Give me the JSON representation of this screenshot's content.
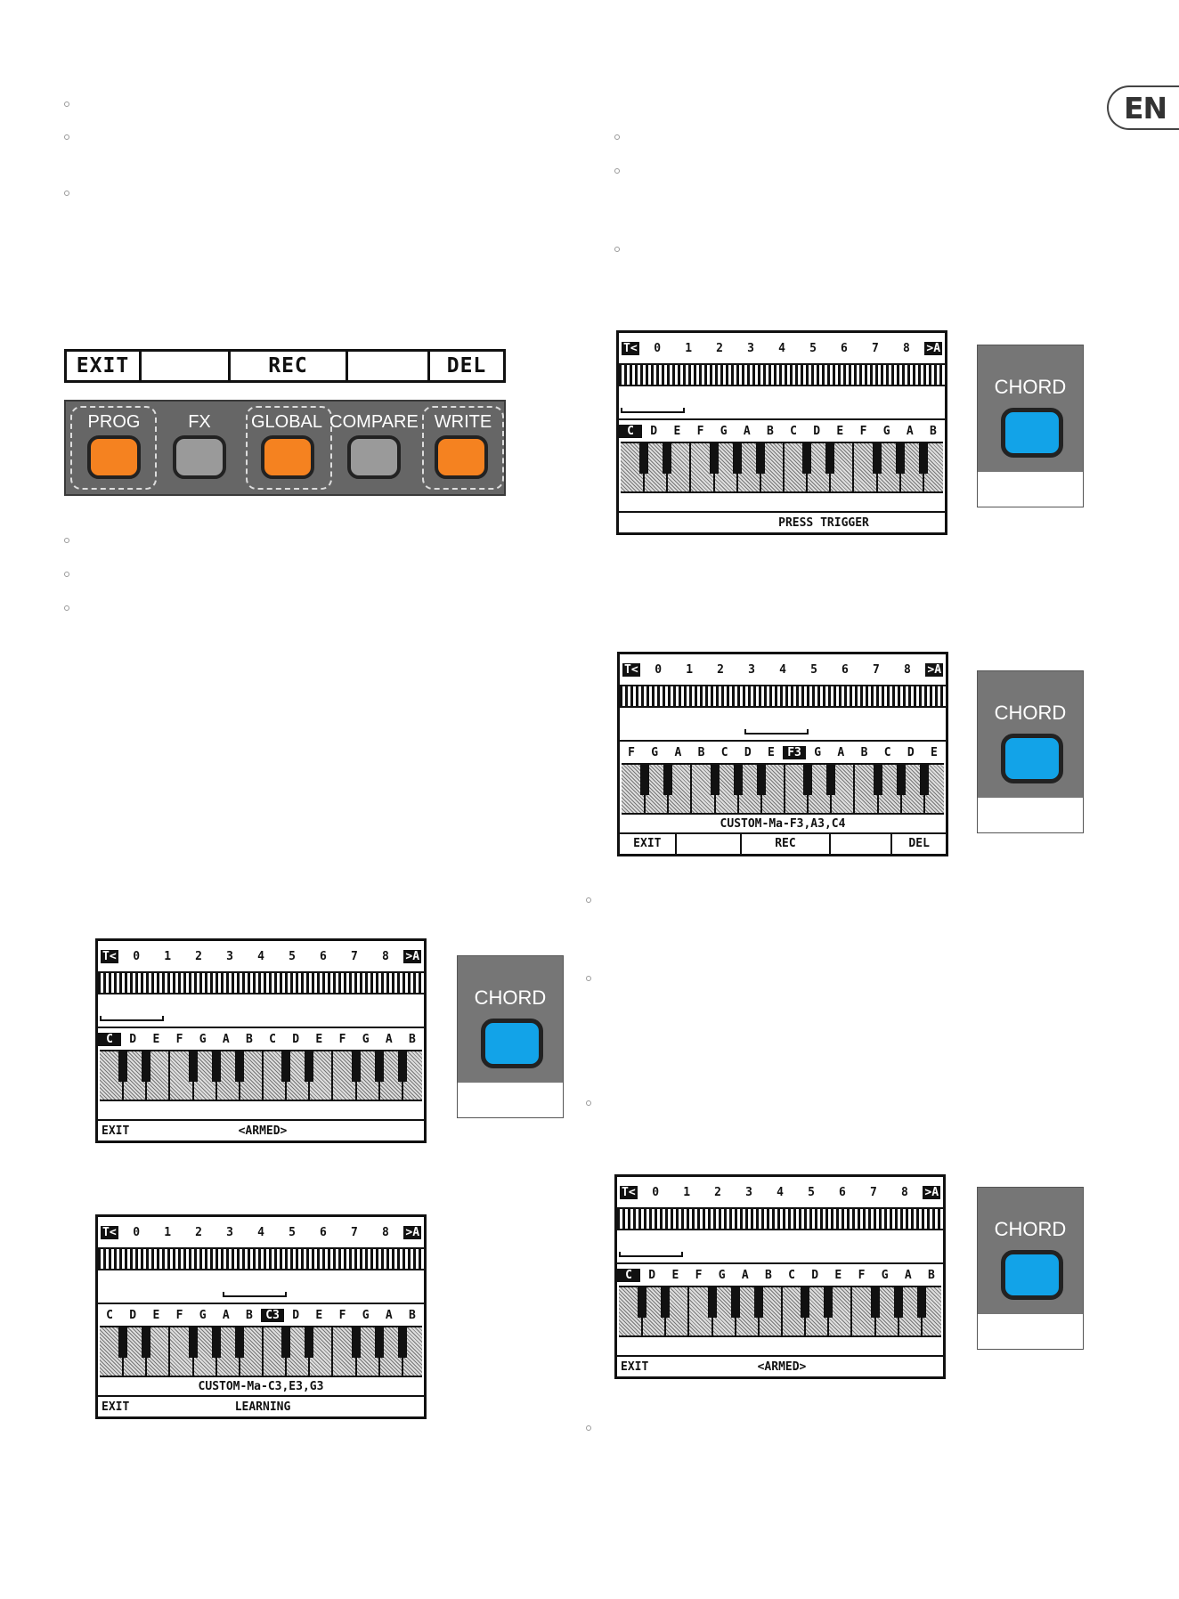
{
  "language_badge": "EN",
  "lcd_bar": {
    "cells": [
      "EXIT",
      "",
      "REC",
      "",
      "DEL"
    ]
  },
  "buttons": [
    {
      "label": "PROG",
      "color": "#f58220"
    },
    {
      "label": "FX",
      "color": "#9a9a9a"
    },
    {
      "label": "GLOBAL",
      "color": "#f58220"
    },
    {
      "label": "COMPARE",
      "color": "#9a9a9a"
    },
    {
      "label": "WRITE",
      "color": "#f58220"
    }
  ],
  "chord_label": "CHORD",
  "octave_row": {
    "left_tag": "T<",
    "numbers": [
      "0",
      "1",
      "2",
      "3",
      "4",
      "5",
      "6",
      "7",
      "8"
    ],
    "right_tag": ">A"
  },
  "screens": [
    {
      "notes": [
        "C",
        "D",
        "E",
        "F",
        "G",
        "A",
        "B",
        "C",
        "D",
        "E",
        "F",
        "G",
        "A",
        "B"
      ],
      "highlight": 0,
      "line1": "",
      "line2": {
        "left": "EXIT",
        "center": "<ARMED>"
      }
    },
    {
      "notes": [
        "C",
        "D",
        "E",
        "F",
        "G",
        "A",
        "B",
        "C3",
        "D",
        "E",
        "F",
        "G",
        "A",
        "B"
      ],
      "highlight": 7,
      "line1": "CUSTOM-Ma-C3,E3,G3",
      "line2": {
        "left": "EXIT",
        "center": "LEARNING"
      }
    },
    {
      "notes": [
        "C",
        "D",
        "E",
        "F",
        "G",
        "A",
        "B",
        "C",
        "D",
        "E",
        "F",
        "G",
        "A",
        "B"
      ],
      "highlight": 0,
      "line1": "",
      "line2": {
        "left": "",
        "center": "PRESS TRIGGER"
      }
    },
    {
      "notes": [
        "F",
        "G",
        "A",
        "B",
        "C",
        "D",
        "E",
        "F3",
        "G",
        "A",
        "B",
        "C",
        "D",
        "E"
      ],
      "highlight": 7,
      "line1": "CUSTOM-Ma-F3,A3,C4",
      "line2": {
        "cells": [
          "EXIT",
          "",
          "REC",
          "",
          "DEL"
        ]
      }
    },
    {
      "notes": [
        "C",
        "D",
        "E",
        "F",
        "G",
        "A",
        "B",
        "C",
        "D",
        "E",
        "F",
        "G",
        "A",
        "B"
      ],
      "highlight": 0,
      "line1": "",
      "line2": {
        "left": "EXIT",
        "center": "<ARMED>"
      }
    }
  ]
}
